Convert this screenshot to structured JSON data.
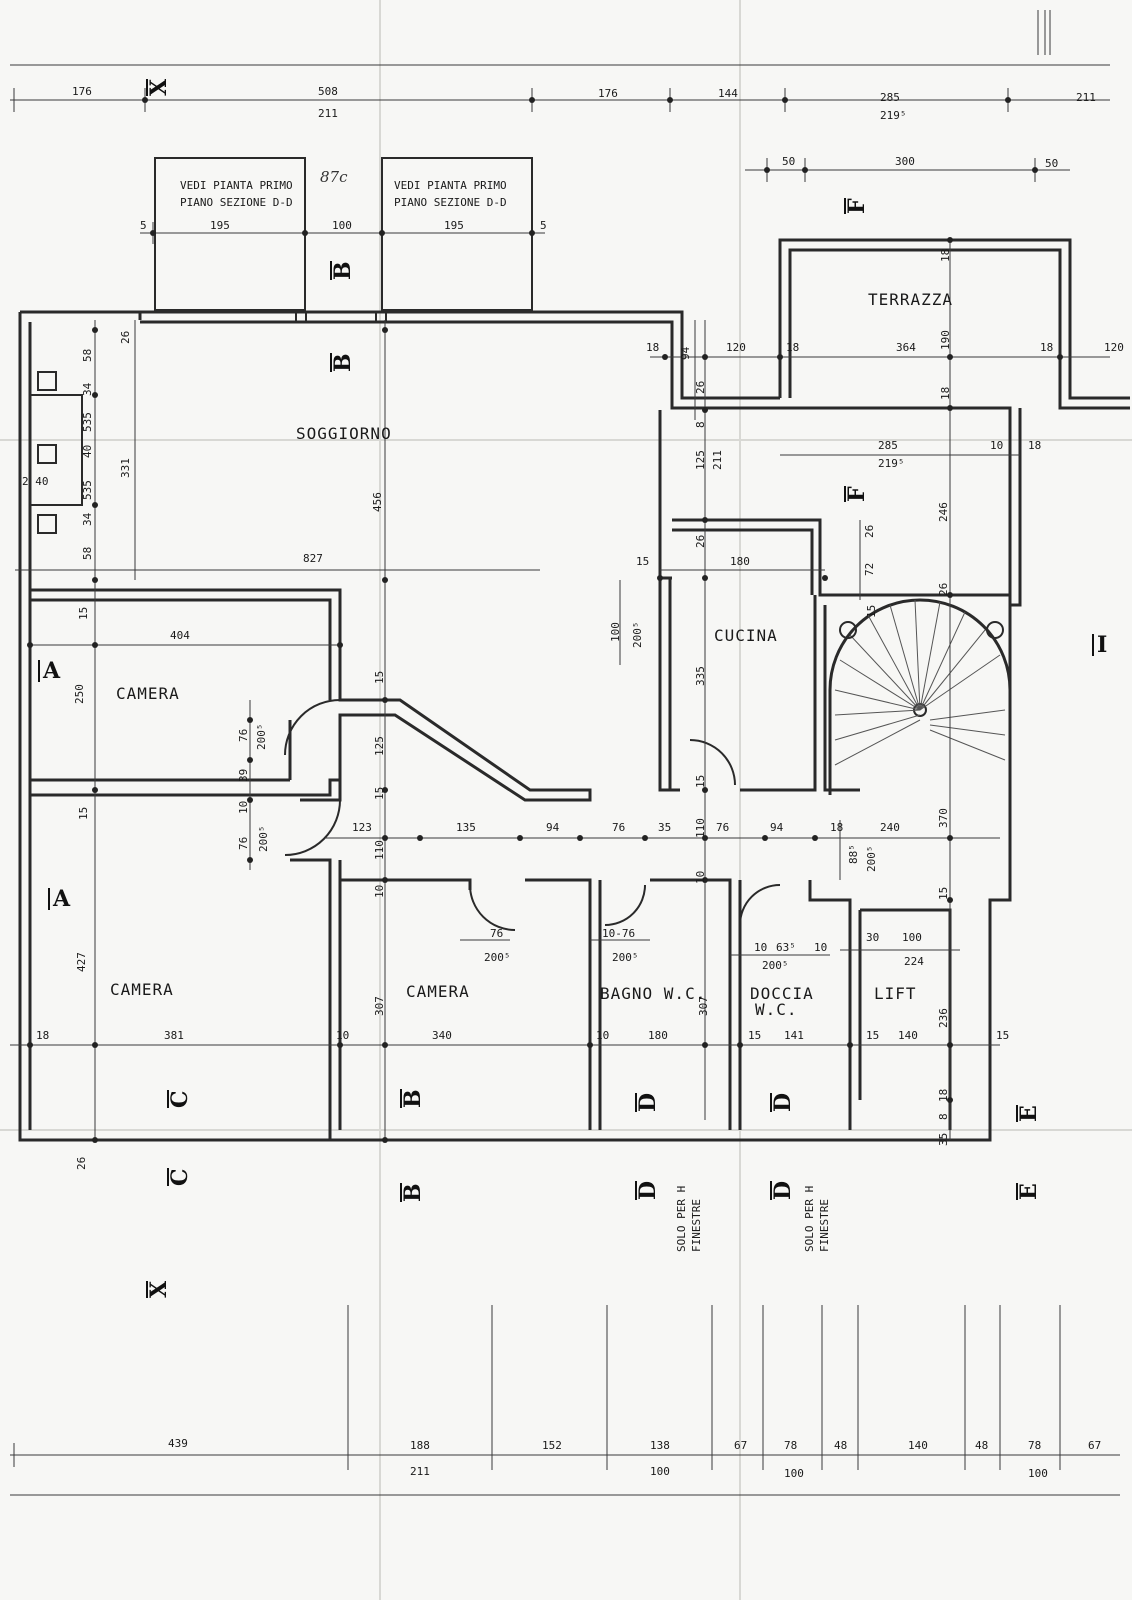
{
  "rooms": {
    "soggiorno": "SOGGIORNO",
    "cucina": "CUCINA",
    "terrazza": "TERRAZZA",
    "camera_top": "CAMERA",
    "camera_left": "CAMERA",
    "camera_mid": "CAMERA",
    "bagno": "BAGNO W.C.",
    "doccia_1": "DOCCIA",
    "doccia_2": "W.C.",
    "lift": "LIFT"
  },
  "notes": {
    "vedi_1a": "VEDI PIANTA PRIMO",
    "vedi_1b": "PIANO SEZIONE D-D",
    "vedi_2a": "VEDI PIANTA PRIMO",
    "vedi_2b": "PIANO  SEZIONE D-D",
    "solo_1a": "SOLO PER H",
    "solo_1b": "FINESTRE",
    "solo_2a": "SOLO PER H",
    "solo_2b": "FINESTRE",
    "handwritten": "87c"
  },
  "sections": {
    "x_top": "X",
    "x_bottom": "X",
    "a_top": "A",
    "a_bottom": "A",
    "b1": "B",
    "b2": "B",
    "b3": "B",
    "b4": "B",
    "c1": "C",
    "c2": "C",
    "d1": "D",
    "d2": "D",
    "d3": "D",
    "d4": "D",
    "e1": "E",
    "e2": "E",
    "f1": "F",
    "f2": "F",
    "i": "I"
  },
  "dims_top": {
    "d176a": "176",
    "d508": "508",
    "d211a": "211",
    "d176b": "176",
    "d144": "144",
    "d285a": "285",
    "d2195a": "219⁵",
    "d211b": "211",
    "d50a": "50",
    "d300": "300",
    "d50b": "50",
    "d5a": "5",
    "d195a": "195",
    "d100a": "100",
    "d195b": "195",
    "d5b": "5"
  },
  "dims_bottom": {
    "b439": "439",
    "b188": "188",
    "b211": "211",
    "b152": "152",
    "b138": "138",
    "b100a": "100",
    "b67a": "67",
    "b78a": "78",
    "b100b": "100",
    "b48a": "48",
    "b140": "140",
    "b48b": "48",
    "b78b": "78",
    "b100c": "100",
    "b67b": "67"
  },
  "dims_inner": {
    "i26a": "26",
    "i58a": "58",
    "i34a": "34",
    "i535a": "535",
    "i40a": "40",
    "i535b": "535",
    "i34b": "34",
    "i58b": "58",
    "i40b": "2 40",
    "i331": "331",
    "i456": "456",
    "i827": "827",
    "i18a": "18",
    "i94a": "94",
    "i120a": "120",
    "i18b": "18",
    "i364": "364",
    "i18c": "18",
    "i120b": "120",
    "i190": "190",
    "i18d": "18",
    "i18e": "18",
    "i26b": "26",
    "i8": "8",
    "i125a": "125",
    "i211": "211",
    "i285": "285",
    "i2195": "219⁵",
    "i10a": "10",
    "i18f": "18",
    "i26c": "26",
    "i72": "72",
    "i246": "246",
    "i15a": "15",
    "i180a": "180",
    "i26d": "26",
    "i26e": "26",
    "i100a": "100",
    "i2005a": "200⁵",
    "i335": "335",
    "i15b": "15",
    "i404": "404",
    "i15c": "15",
    "i250": "250",
    "i15d": "15",
    "i76a": "76",
    "i2005b": "200⁵",
    "i125b": "125",
    "i39": "39",
    "i15e": "15",
    "i10b": "10",
    "i76b": "76",
    "i2005c": "200⁵",
    "i123": "123",
    "i135": "135",
    "i94b": "94",
    "i76c": "76",
    "i35a": "35",
    "i110a": "110",
    "i76d": "76",
    "i94c": "94",
    "i18g": "18",
    "i240": "240",
    "i110b": "110",
    "i885": "88⁵",
    "i2005d": "200⁵",
    "i370": "370",
    "i15f": "15",
    "i15g": "15",
    "i10c": "10",
    "i76e": "76",
    "i2005e": "200⁵",
    "i1076": "10-76",
    "i2005f": "200⁵",
    "i10d": "10",
    "i635": "63⁵",
    "i10e": "10",
    "i2005g": "200⁵",
    "i30": "30",
    "i100b": "100",
    "i224": "224",
    "i427": "427",
    "i307a": "307",
    "i307b": "307",
    "i236": "236",
    "i18h": "18",
    "i381": "381",
    "i10f": "10",
    "i340": "340",
    "i10g": "10",
    "i180b": "180",
    "i15h": "15",
    "i141": "141",
    "i15i": "15",
    "i140": "140",
    "i15j": "15",
    "i18i": "18",
    "i8b": "8",
    "i35b": "35",
    "i26f": "26"
  }
}
